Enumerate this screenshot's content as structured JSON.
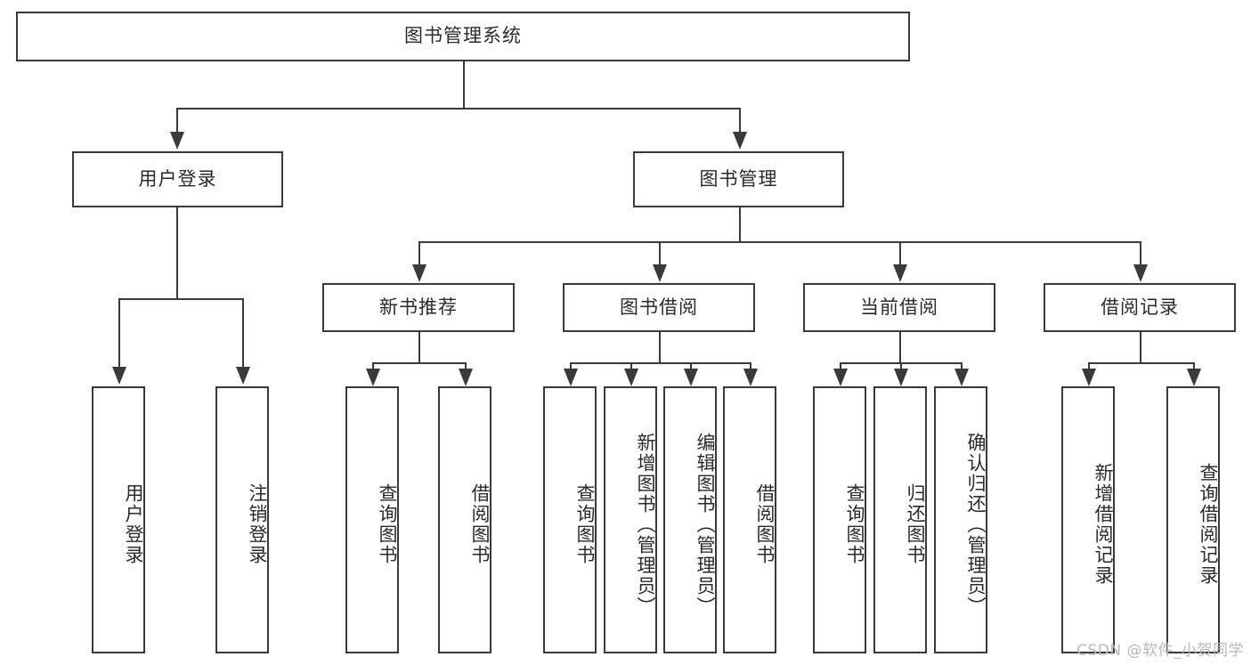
{
  "diagram": {
    "title": "图书管理系统",
    "watermark": "CSDN @软件_小贺同学",
    "type": "tree-hierarchy",
    "colors": {
      "stroke": "#3a3a3a",
      "fill": "#ffffff",
      "text": "#2b2b2b",
      "watermark": "#b9b9b9"
    },
    "levels": {
      "root": "图书管理系统",
      "level2": [
        "用户登录",
        "图书管理"
      ],
      "level3": [
        "新书推荐",
        "图书借阅",
        "当前借阅",
        "借阅记录"
      ]
    },
    "nodes": {
      "root": {
        "label": "图书管理系统"
      },
      "user_login": {
        "label": "用户登录"
      },
      "book_mgmt": {
        "label": "图书管理"
      },
      "new_book_rec": {
        "label": "新书推荐"
      },
      "book_borrow": {
        "label": "图书借阅"
      },
      "current_borrow": {
        "label": "当前借阅"
      },
      "borrow_record": {
        "label": "借阅记录"
      },
      "leaf_01": {
        "label": "用户登录"
      },
      "leaf_02": {
        "label": "注销登录"
      },
      "leaf_03": {
        "label": "查询图书"
      },
      "leaf_04": {
        "label": "借阅图书"
      },
      "leaf_05": {
        "label": "查询图书"
      },
      "leaf_06": {
        "label": "新增图书（管理员）"
      },
      "leaf_07": {
        "label": "编辑图书（管理员）"
      },
      "leaf_08": {
        "label": "借阅图书"
      },
      "leaf_09": {
        "label": "查询图书"
      },
      "leaf_10": {
        "label": "归还图书"
      },
      "leaf_11": {
        "label": "确认归还（管理员）"
      },
      "leaf_12": {
        "label": "新增借阅记录"
      },
      "leaf_13": {
        "label": "查询借阅记录"
      }
    },
    "edges": [
      {
        "from": "root",
        "to": "user_login"
      },
      {
        "from": "root",
        "to": "book_mgmt"
      },
      {
        "from": "user_login",
        "to": "leaf_01"
      },
      {
        "from": "user_login",
        "to": "leaf_02"
      },
      {
        "from": "book_mgmt",
        "to": "new_book_rec"
      },
      {
        "from": "book_mgmt",
        "to": "book_borrow"
      },
      {
        "from": "book_mgmt",
        "to": "current_borrow"
      },
      {
        "from": "book_mgmt",
        "to": "borrow_record"
      },
      {
        "from": "new_book_rec",
        "to": "leaf_03"
      },
      {
        "from": "new_book_rec",
        "to": "leaf_04"
      },
      {
        "from": "book_borrow",
        "to": "leaf_05"
      },
      {
        "from": "book_borrow",
        "to": "leaf_06"
      },
      {
        "from": "book_borrow",
        "to": "leaf_07"
      },
      {
        "from": "book_borrow",
        "to": "leaf_08"
      },
      {
        "from": "current_borrow",
        "to": "leaf_09"
      },
      {
        "from": "current_borrow",
        "to": "leaf_10"
      },
      {
        "from": "current_borrow",
        "to": "leaf_11"
      },
      {
        "from": "borrow_record",
        "to": "leaf_12"
      },
      {
        "from": "borrow_record",
        "to": "leaf_13"
      }
    ]
  }
}
